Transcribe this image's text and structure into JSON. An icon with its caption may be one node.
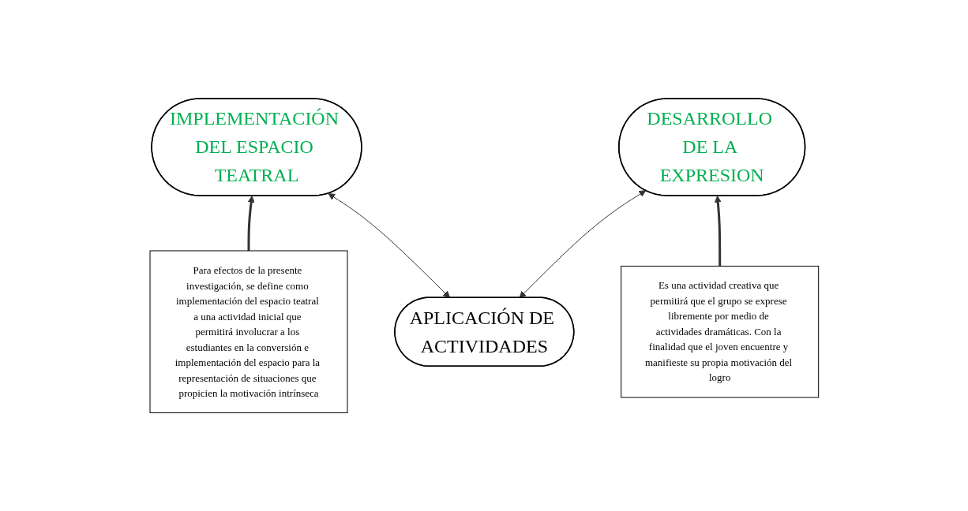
{
  "diagram": {
    "nodes": [
      {
        "text": [
          "IMPLEMENTACIÓN DEL ESPACIO TEATRAL"
        ]
      },
      {
        "text": [
          "APLICACIÓN DE ACTIVIDADES"
        ]
      },
      {
        "text": [
          "DESARROLLO DE LA EXPRESION"
        ]
      },
      {
        "text": [
          "Para efectos de la presente investigación, se define como implementación del espacio teatral a una actividad inicial que permitirá involucrar a los estudiantes en la conversión e implementación del espacio para la representación de situaciones que propicien la motivación intrínseca"
        ]
      },
      {
        "text": [
          "Es una actividad creativa que permitirá que el grupo se exprese libremente por medio de actividades dramáticas. Con la finalidad que el joven encuentre y manifieste su propia motivación del logro"
        ]
      }
    ],
    "edges": [
      {
        "from": 1,
        "to": 0,
        "arrow": "both"
      },
      {
        "from": 1,
        "to": 2,
        "arrow": "both"
      },
      {
        "from": 3,
        "to": 0,
        "arrow": "to",
        "style": "thick"
      },
      {
        "from": 4,
        "to": 2,
        "arrow": "to",
        "style": "thick"
      }
    ]
  }
}
